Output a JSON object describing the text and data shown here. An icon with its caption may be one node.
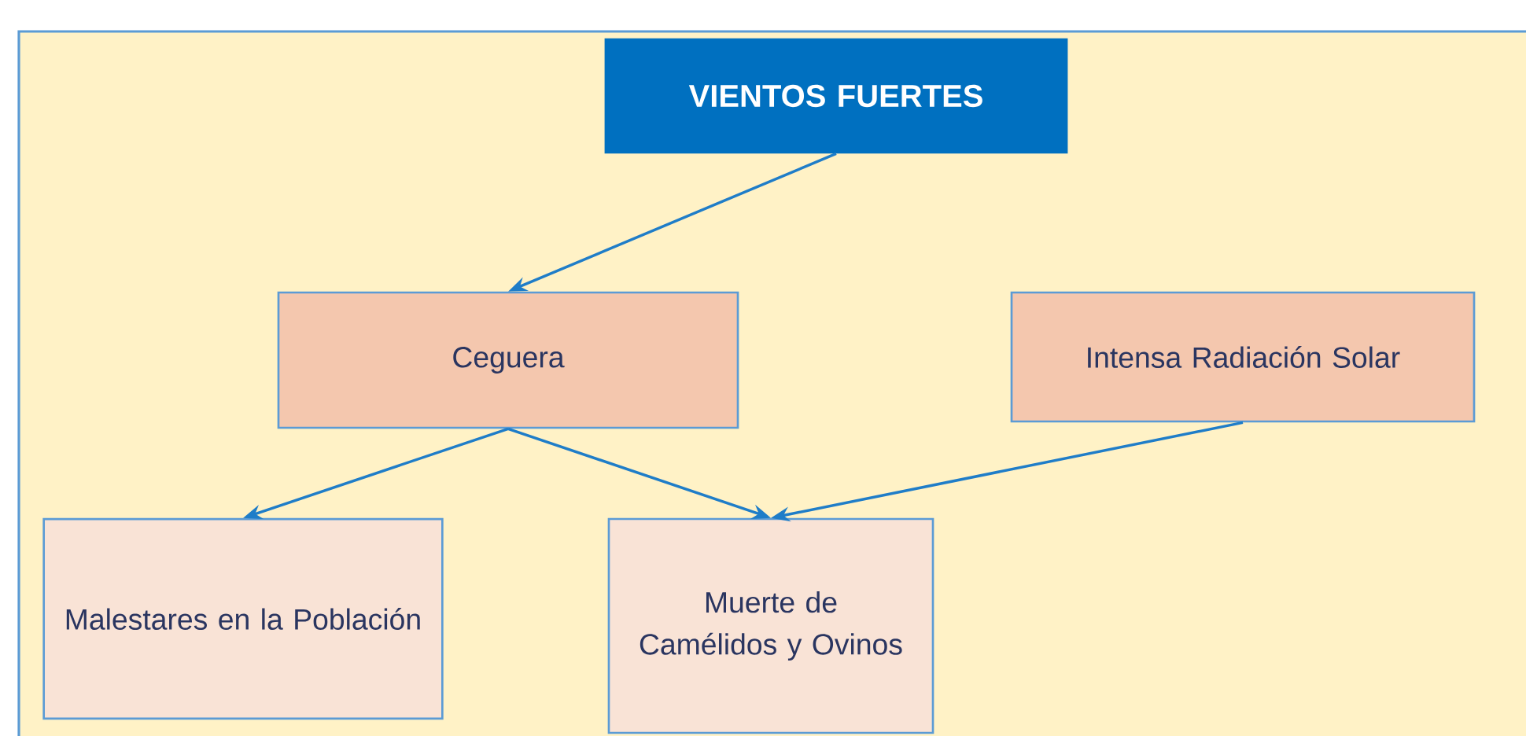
{
  "diagram": {
    "nodes": [
      {
        "text": [
          "VIENTOS FUERTES"
        ]
      },
      {
        "text": [
          "Ceguera"
        ]
      },
      {
        "text": [
          "Intensa Radiación Solar"
        ]
      },
      {
        "text": [
          "Malestares en la Población"
        ]
      },
      {
        "text": [
          "Muerte de Camélidos y Ovinos"
        ]
      }
    ],
    "edges": [
      {
        "from": 0,
        "to": 1,
        "arrow": "to"
      },
      {
        "from": 1,
        "to": 3,
        "arrow": "to"
      },
      {
        "from": 1,
        "to": 4,
        "arrow": "to"
      },
      {
        "from": 2,
        "to": 4,
        "arrow": "to"
      }
    ]
  }
}
